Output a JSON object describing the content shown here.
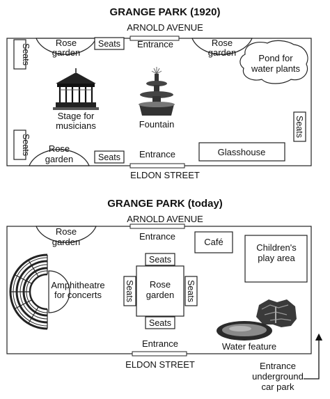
{
  "park_1920": {
    "title": "GRANGE PARK (1920)",
    "north_street": "ARNOLD AVENUE",
    "south_street": "ELDON STREET",
    "rose_garden_label": [
      "Rose",
      "garden"
    ],
    "seats_label": "Seats",
    "entrance_label": "Entrance",
    "pond_label": [
      "Pond for",
      "water plants"
    ],
    "stage_label": [
      "Stage for",
      "musicians"
    ],
    "fountain_label": "Fountain",
    "glasshouse_label": "Glasshouse"
  },
  "park_today": {
    "title": "GRANGE PARK (today)",
    "north_street": "ARNOLD AVENUE",
    "south_street": "ELDON STREET",
    "rose_garden_label": [
      "Rose",
      "garden"
    ],
    "seats_label": "Seats",
    "entrance_label": "Entrance",
    "cafe_label": "Café",
    "play_area_label": [
      "Children's",
      "play area"
    ],
    "amphitheatre_label": [
      "Amphitheatre",
      "for concerts"
    ],
    "water_feature_label": "Water feature",
    "car_park_label": [
      "Entrance",
      "underground",
      "car park"
    ]
  }
}
